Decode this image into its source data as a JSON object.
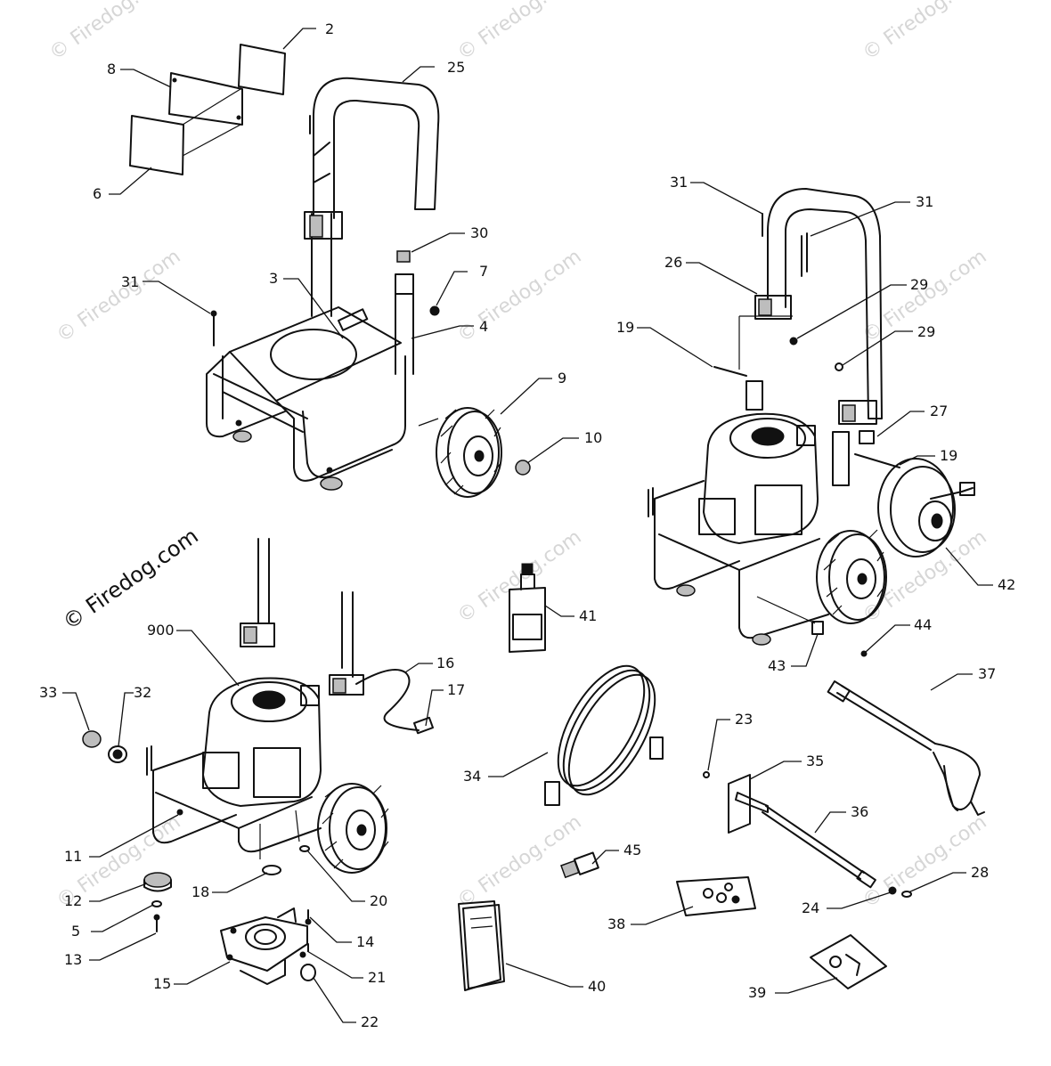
{
  "watermark": {
    "brand_text": "© Firedog.com",
    "faint_text": "© Firedog.com"
  },
  "callouts": [
    "2",
    "8",
    "25",
    "6",
    "30",
    "3",
    "7",
    "31",
    "4",
    "9",
    "10",
    "31",
    "31",
    "26",
    "29",
    "19",
    "29",
    "27",
    "19",
    "42",
    "41",
    "44",
    "43",
    "900",
    "16",
    "17",
    "33",
    "32",
    "34",
    "23",
    "35",
    "37",
    "36",
    "11",
    "45",
    "28",
    "20",
    "18",
    "12",
    "5",
    "14",
    "24",
    "38",
    "13",
    "15",
    "21",
    "22",
    "40",
    "39"
  ]
}
